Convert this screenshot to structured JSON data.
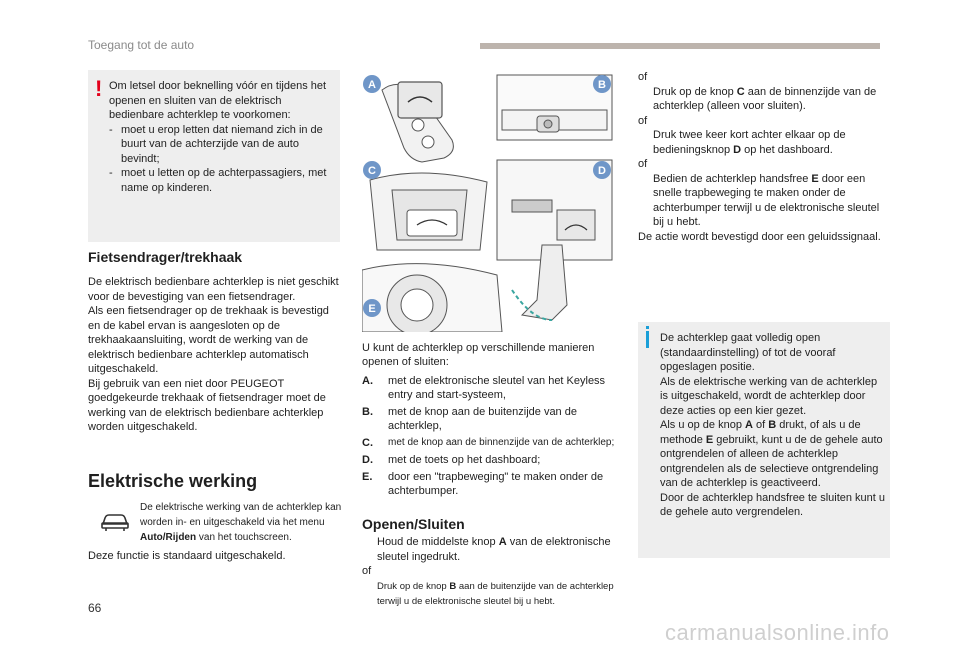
{
  "header": {
    "title": "Toegang tot de auto"
  },
  "warning": {
    "mark": "!",
    "intro": "Om letsel door beknelling vóór en tijdens het openen en sluiten van de elektrisch bedienbare achterklep te voorkomen:",
    "items": [
      "moet u erop letten dat niemand zich in de buurt van de achterzijde van de auto bevindt;",
      "moet u letten op de achterpassagiers, met name op kinderen."
    ],
    "dash": "-"
  },
  "bike": {
    "heading": "Fietsendrager/trekhaak",
    "paragraphs": [
      "De elektrisch bedienbare achterklep is niet geschikt voor de bevestiging van een fietsendrager.",
      "Als een fietsendrager op de trekhaak is bevestigd en de kabel ervan is aangesloten op de trekhaakaansluiting, wordt de werking van de elektrisch bedienbare achterklep automatisch uitgeschakeld.",
      "Bij gebruik van een niet door PEUGEOT goedgekeurde trekhaak of fietsendrager moet de werking van de elektrisch bedienbare achterklep worden uitgeschakeld."
    ]
  },
  "electric": {
    "heading": "Elektrische werking",
    "feature_text_1": "De elektrische werking van de achterklep kan worden in- en uitgeschakeld via het menu ",
    "feature_bold": "Auto/Rijden",
    "feature_text_2": " van het touchscreen.",
    "default_text": "Deze functie is standaard uitgeschakeld."
  },
  "illustration": {
    "labels": [
      "A",
      "B",
      "C",
      "D",
      "E"
    ],
    "label_color": "#6f96c8"
  },
  "methods": {
    "intro": "U kunt de achterklep op verschillende manieren openen of sluiten:",
    "items": [
      {
        "key": "A.",
        "text": "met de elektronische sleutel van het Keyless entry and start-systeem,"
      },
      {
        "key": "B.",
        "text": "met de knop aan de buitenzijde van de achterklep,"
      },
      {
        "key": "C.",
        "text": "met de knop aan de binnenzijde van de achterklep;"
      },
      {
        "key": "D.",
        "text": "met de toets op het dashboard;"
      },
      {
        "key": "E.",
        "text": "door een \"trapbeweging\" te maken onder de achterbumper."
      }
    ]
  },
  "open_close": {
    "heading": "Openen/Sluiten",
    "check": "",
    "step1_a": "Houd de middelste knop ",
    "step1_key": "A",
    "step1_b": " van de elektronische sleutel ingedrukt.",
    "or": "of",
    "step2_a": "Druk op de knop ",
    "step2_key": "B",
    "step2_b": " aan de buitenzijde van de achterklep terwijl u de elektronische sleutel bij u hebt."
  },
  "right": {
    "or": "of",
    "check": "",
    "step3_a": "Druk op de knop ",
    "step3_key": "C",
    "step3_b": " aan de binnenzijde van de achterklep (alleen voor sluiten).",
    "step4_a": "Druk twee keer kort achter elkaar op de bedieningsknop ",
    "step4_key": "D",
    "step4_b": " op het dashboard.",
    "step5_a": "Bedien de achterklep handsfree ",
    "step5_key": "E",
    "step5_b": " door een snelle trapbeweging te maken onder de achterbumper terwijl u de elektronische sleutel bij u hebt.",
    "confirm": "De actie wordt bevestigd door een geluidssignaal."
  },
  "info": {
    "p1": "De achterklep gaat volledig open (standaardinstelling) of tot de vooraf opgeslagen positie.",
    "p2": "Als de elektrische werking van de achterklep is uitgeschakeld, wordt de achterklep door deze acties op een kier gezet.",
    "p3_a": "Als u op de knop ",
    "p3_k1": "A",
    "p3_b": " of ",
    "p3_k2": "B",
    "p3_c": " drukt, of als u de methode ",
    "p3_k3": "E",
    "p3_d": " gebruikt, kunt u de de gehele auto ontgrendelen of alleen de achterklep ontgrendelen als de selectieve ontgrendeling van de achterklep is geactiveerd.",
    "p4": "Door de achterklep handsfree te sluiten kunt u de gehele auto vergrendelen."
  },
  "page_number": "66",
  "watermark": "carmanualsonline.info"
}
